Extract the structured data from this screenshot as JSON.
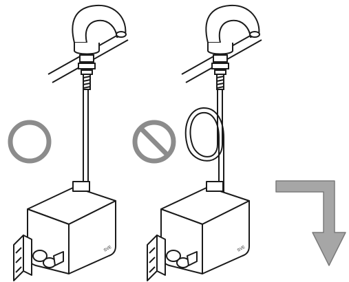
{
  "figures": [
    {
      "id": "correct-installation",
      "mark": "ok",
      "mark_symbol": "circle",
      "hose": "straight",
      "box_label": "SVE"
    },
    {
      "id": "incorrect-installation",
      "mark": "prohibited",
      "mark_symbol": "circle-with-slash",
      "hose": "looped",
      "box_label": "SVE"
    }
  ],
  "indicator": {
    "name": "arrow-down-right-turn",
    "meaning": "continue"
  },
  "colors": {
    "line": "#1a1a1a",
    "mark_gray": "#8c8c8c",
    "arrow_fill": "#a6a6a6",
    "arrow_edge": "#7a7a7a",
    "box_fill": "#ffffff"
  }
}
